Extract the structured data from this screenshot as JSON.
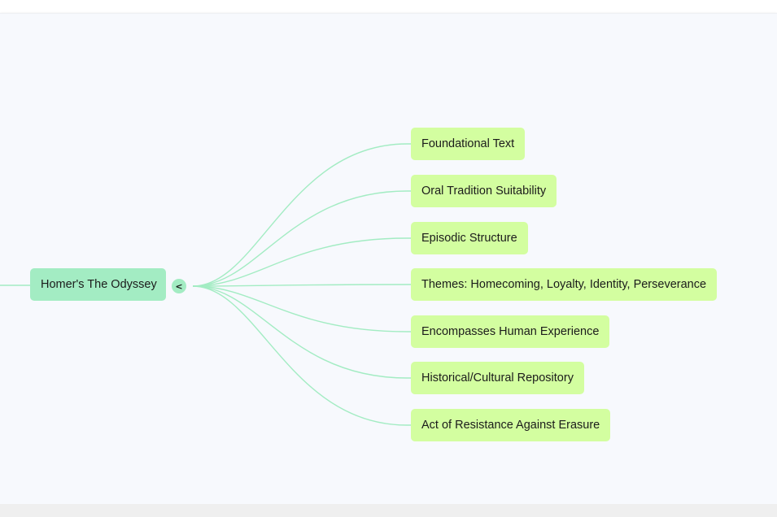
{
  "mindmap": {
    "root": {
      "label": "Homer's The Odyssey",
      "collapse_glyph": "<"
    },
    "children": [
      {
        "label": "Foundational Text"
      },
      {
        "label": "Oral Tradition Suitability"
      },
      {
        "label": "Episodic Structure"
      },
      {
        "label": "Themes: Homecoming, Loyalty, Identity, Perseverance"
      },
      {
        "label": "Encompasses Human Experience"
      },
      {
        "label": "Historical/Cultural Repository"
      },
      {
        "label": "Act of Resistance Against Erasure"
      }
    ]
  },
  "colors": {
    "root_fill": "#a3ecc3",
    "child_fill": "#d3fea0",
    "connector": "#a3ecc3",
    "canvas": "#f7f9fd"
  }
}
